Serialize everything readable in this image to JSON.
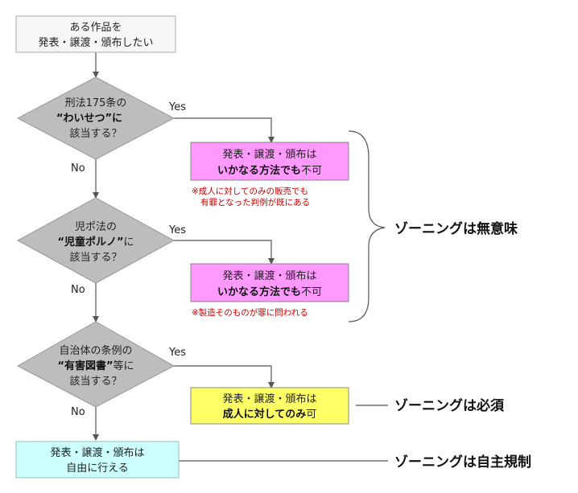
{
  "start": {
    "line1": "ある作品を",
    "line2": "発表・譲渡・頒布したい"
  },
  "q1": {
    "line1": "刑法175条の",
    "line2": "“わいせつ”に",
    "line3": "該当する？"
  },
  "q2": {
    "line1": "児ポ法の",
    "line2_bold": "“児童ポルノ”",
    "line2_rest": "に",
    "line3": "該当する？"
  },
  "q3": {
    "line1": "自治体の条例の",
    "line2_bold": "“有害図書”",
    "line2_rest": "等に",
    "line3": "該当する？"
  },
  "yes": "Yes",
  "no": "No",
  "box1": {
    "line1": "発表・譲渡・頒布は",
    "line2_bold": "いかなる方法でも",
    "line2_rest": "不可",
    "note1": "※成人に対してのみの販売でも",
    "note2": "有罪となった判例が既にある"
  },
  "box2": {
    "line1": "発表・譲渡・頒布は",
    "line2_bold": "いかなる方法でも",
    "line2_rest": "不可",
    "note1": "※製造そのものが罪に問われる"
  },
  "box3": {
    "line1": "発表・譲渡・頒布は",
    "line2_bold": "成人に対してのみ",
    "line2_rest": "可"
  },
  "box4": {
    "line1": "発表・譲渡・頒布は",
    "line2": "自由に行える"
  },
  "zoning": {
    "meaningless": "ゾーニングは無意味",
    "required": "ゾーニングは必須",
    "voluntary": "ゾーニングは自主規制"
  },
  "colors": {
    "decision": "#bdbdbd",
    "prohibited": "#ff99ff",
    "adult_only": "#ffff66",
    "free": "#ccffff",
    "note": "#cc0000",
    "line": "#555555"
  }
}
